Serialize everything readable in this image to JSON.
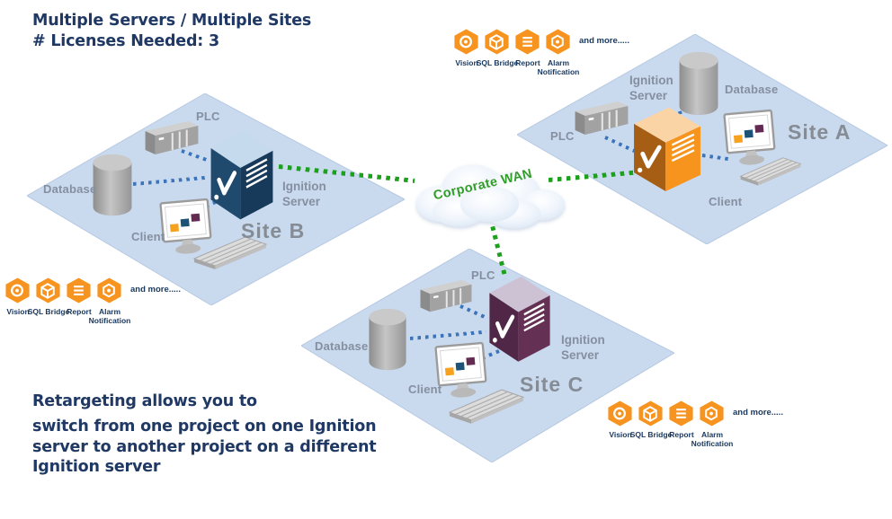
{
  "title": {
    "lines": [
      "Multiple Servers / Multiple Sites",
      "# Licenses Needed: 3"
    ]
  },
  "note": {
    "lines": [
      "Retargeting allows you to",
      "switch from one project on one Ignition",
      "server to another project on a different",
      "Ignition server"
    ]
  },
  "wan": {
    "label": "Corporate WAN",
    "text_color": "#2f9d27"
  },
  "sites": [
    {
      "name": "Site A",
      "server_label": "Ignition Server",
      "plc_label": "PLC",
      "database_label": "Database",
      "client_label": "Client",
      "server_colors": {
        "front": "#a65e15",
        "side": "#f7941e",
        "top": "#fbd4a6"
      }
    },
    {
      "name": "Site B",
      "server_label": "Ignition Server",
      "plc_label": "PLC",
      "database_label": "Database",
      "client_label": "Client",
      "server_colors": {
        "front": "#1f4a6e",
        "side": "#17395a",
        "top": "#c5daec"
      }
    },
    {
      "name": "Site C",
      "server_label": "Ignition Server",
      "plc_label": "PLC",
      "database_label": "Database",
      "client_label": "Client",
      "server_colors": {
        "front": "#502746",
        "side": "#643053",
        "top": "#cdc2d4"
      }
    }
  ],
  "modules": {
    "items": [
      "Vision",
      "SQL Bridge",
      "Report",
      "Alarm Notification"
    ],
    "more": "and more.....",
    "icon_color": "#f79420"
  },
  "colors": {
    "plane": "#c9d9ee",
    "plane_edge": "#b6c9e2",
    "title_text": "#1f3864",
    "label_text": "#858fa0",
    "lan_dots": "#3c74b9",
    "wan_dots": "#1ca11c"
  }
}
